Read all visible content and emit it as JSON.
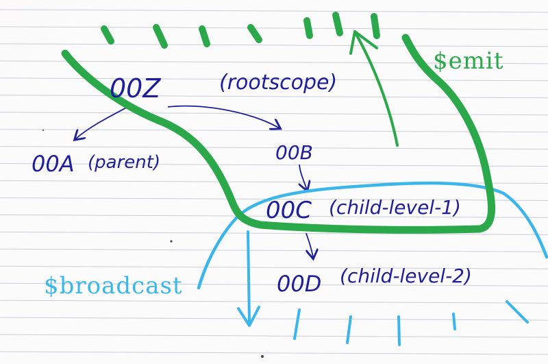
{
  "nodes": {
    "root": {
      "id": "00Z",
      "note": "(rootscope)"
    },
    "parent": {
      "id": "00A",
      "note": "(parent)"
    },
    "b": {
      "id": "00B"
    },
    "c": {
      "id": "00C",
      "note": "(child-level-1)"
    },
    "d": {
      "id": "00D",
      "note": "(child-level-2)"
    }
  },
  "labels": {
    "emit": "$emit",
    "broadcast": "$broadcast"
  },
  "colors": {
    "ink": "#1e1e9a",
    "emit": "#2aa84a",
    "broadcast": "#3bb6ea",
    "rule_line": "#c9ced6",
    "margin_tint": "#f3c8c8"
  }
}
